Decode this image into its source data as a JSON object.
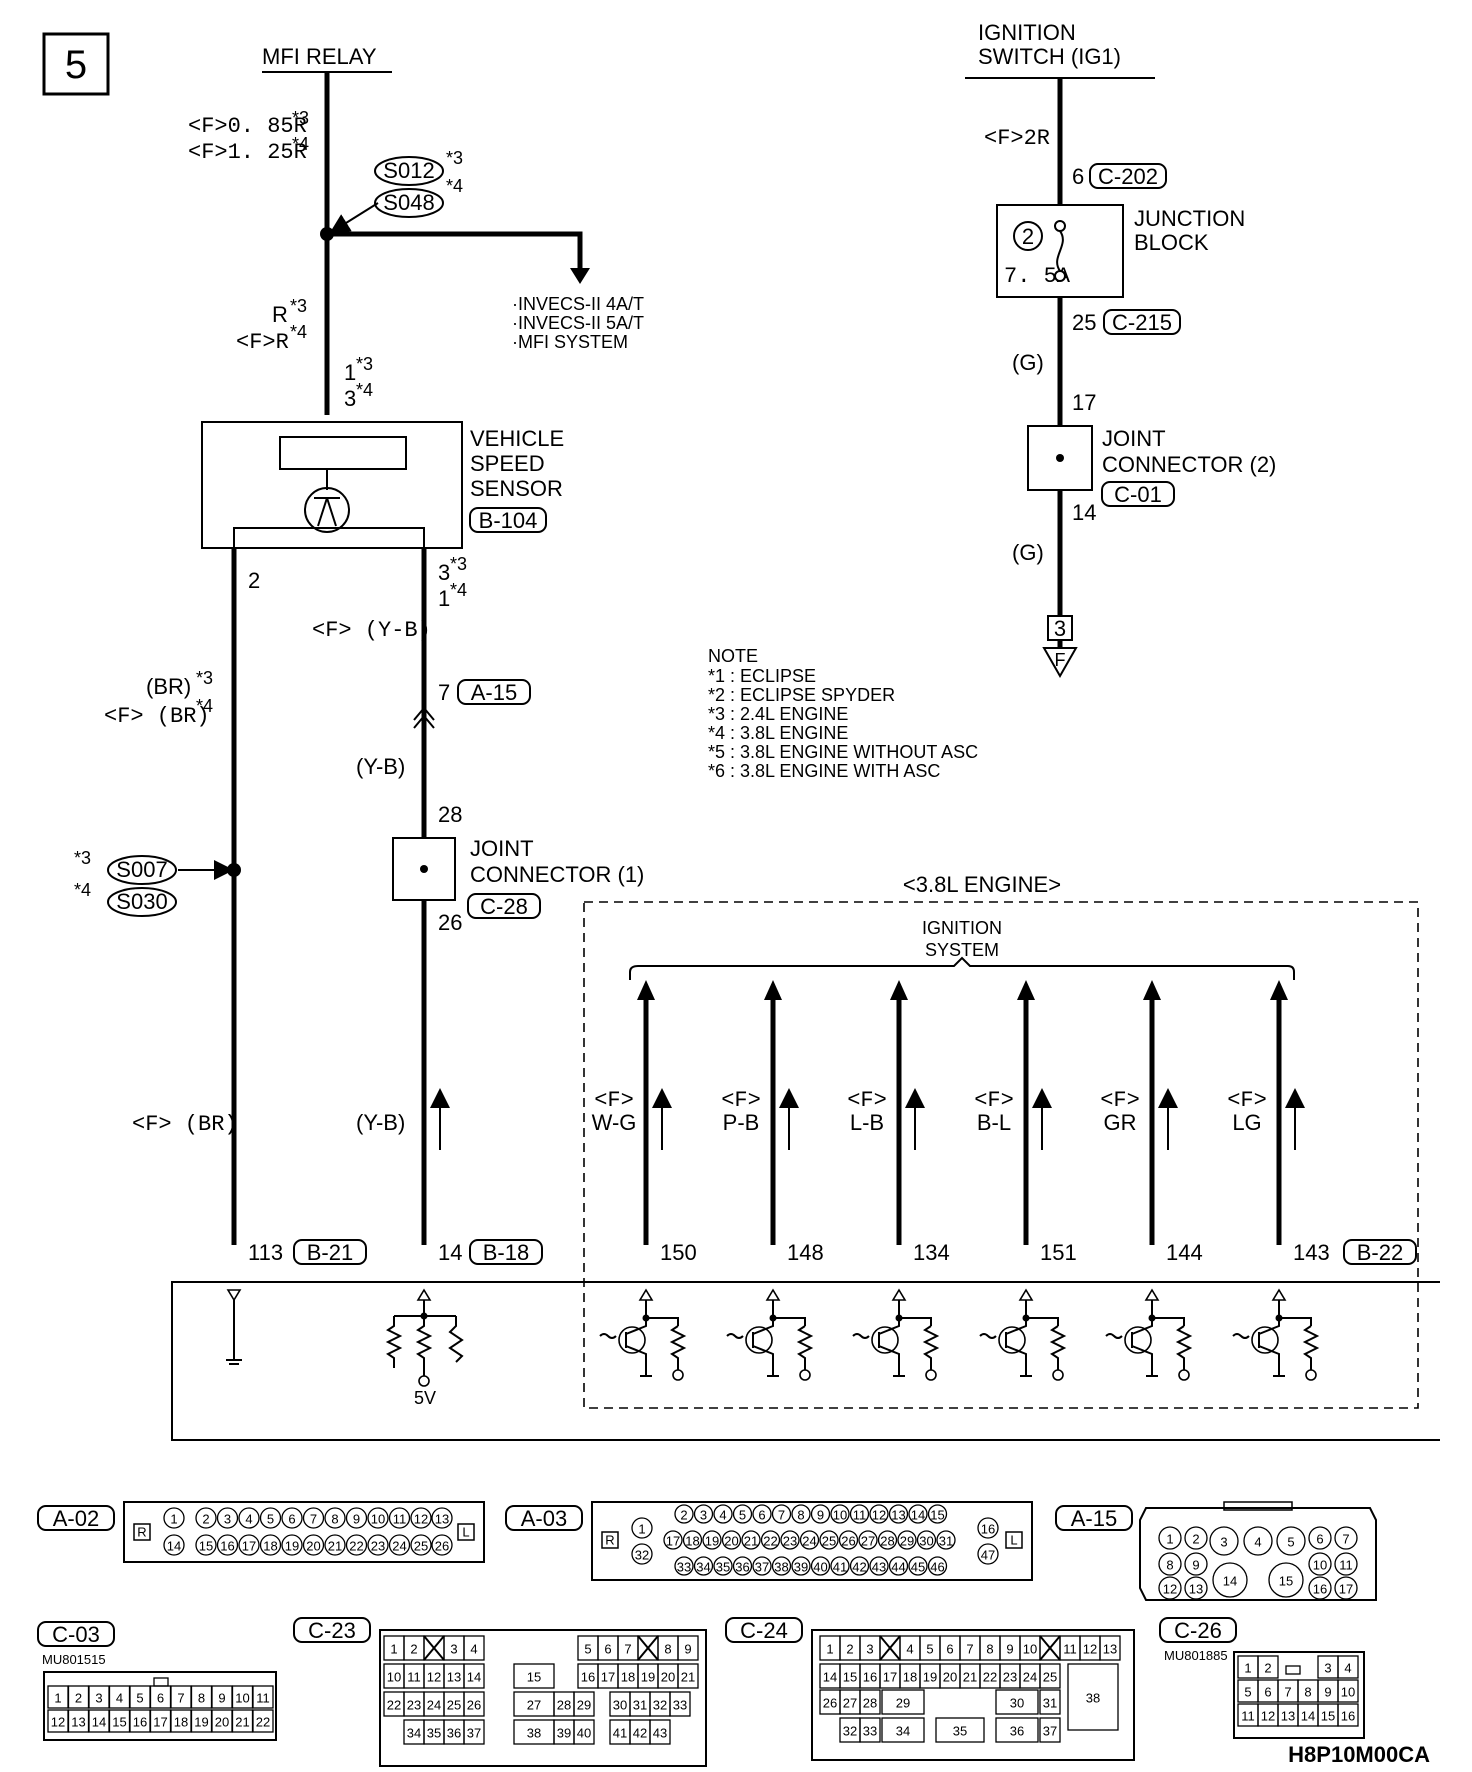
{
  "page_number": "5",
  "top_labels": {
    "mfi_relay": "MFI RELAY",
    "ignition_line1": "IGNITION",
    "ignition_line2": "SWITCH (IG1)"
  },
  "wire_labels": {
    "relay_wire_1": "<F>0. 85R",
    "relay_wire_2": "<F>1. 25R",
    "r_line1": "R",
    "r_line2": "<F>R",
    "pin1_a": "1",
    "pin1_b": "3",
    "pin2": "2",
    "pin3_a": "3",
    "pin3_b": "1",
    "fyb": "<F> (Y-B)",
    "br_1": "(BR)",
    "br_2": "<F> (BR)",
    "yb_mid": "(Y-B)",
    "pin28": "28",
    "pin26": "26",
    "pin7": "7",
    "fbr_low": "<F> (BR)",
    "yb_low": "(Y-B)",
    "ig_2r": "<F>2R",
    "ig_6": "6",
    "ig_25": "25",
    "ig_g1": "(G)",
    "ig_17": "17",
    "ig_14": "14",
    "ig_g2": "(G)",
    "ground_ref": "3",
    "ground_letter": "F"
  },
  "splices": {
    "s012": "S012",
    "s048": "S048",
    "s007": "S007",
    "s030": "S030"
  },
  "stars": {
    "s3": "*3",
    "s4": "*4"
  },
  "invecs_list": [
    "·INVECS-II 4A/T",
    "·INVECS-II 5A/T",
    "·MFI SYSTEM"
  ],
  "vss": {
    "line1": "VEHICLE",
    "line2": "SPEED",
    "line3": "SENSOR",
    "connector": "B-104"
  },
  "junction_block": {
    "line1": "JUNCTION",
    "line2": "BLOCK",
    "fuse_num": "2",
    "fuse_rating": "7. 5A",
    "conn_top": "C-202",
    "conn_bottom": "C-215"
  },
  "joint_connector_2": {
    "line1": "JOINT",
    "line2": "CONNECTOR (2)",
    "connector": "C-01"
  },
  "joint_connector_1": {
    "line1": "JOINT",
    "line2": "CONNECTOR (1)",
    "connector": "C-28"
  },
  "a15_ref": "A-15",
  "note": {
    "title": "NOTE",
    "items": [
      "*1 : ECLIPSE",
      "*2 : ECLIPSE SPYDER",
      "*3 : 2.4L ENGINE",
      "*4 : 3.8L ENGINE",
      "*5 : 3.8L ENGINE WITHOUT ASC",
      "*6 : 3.8L ENGINE WITH ASC"
    ]
  },
  "engine_box": {
    "title": "<3.8L ENGINE>",
    "sub1": "IGNITION",
    "sub2": "SYSTEM"
  },
  "ignition_wires": [
    {
      "f": "<F>",
      "color": "W-G",
      "pin": "150"
    },
    {
      "f": "<F>",
      "color": "P-B",
      "pin": "148"
    },
    {
      "f": "<F>",
      "color": "L-B",
      "pin": "134"
    },
    {
      "f": "<F>",
      "color": "B-L",
      "pin": "151"
    },
    {
      "f": "<F>",
      "color": "GR",
      "pin": "144"
    },
    {
      "f": "<F>",
      "color": "LG",
      "pin": "143"
    }
  ],
  "ecm_pins": {
    "p113": "113",
    "b21": "B-21",
    "p14": "14",
    "b18": "B-18",
    "b22": "B-22",
    "v5": "5V"
  },
  "connectors": {
    "a02": "A-02",
    "a03": "A-03",
    "a15": "A-15",
    "c03": "C-03",
    "c03_part": "MU801515",
    "c23": "C-23",
    "c24": "C-24",
    "c26": "C-26",
    "c26_part": "MU801885",
    "side_r": "R",
    "side_l": "L"
  },
  "figure_code": "H8P10M00CA"
}
